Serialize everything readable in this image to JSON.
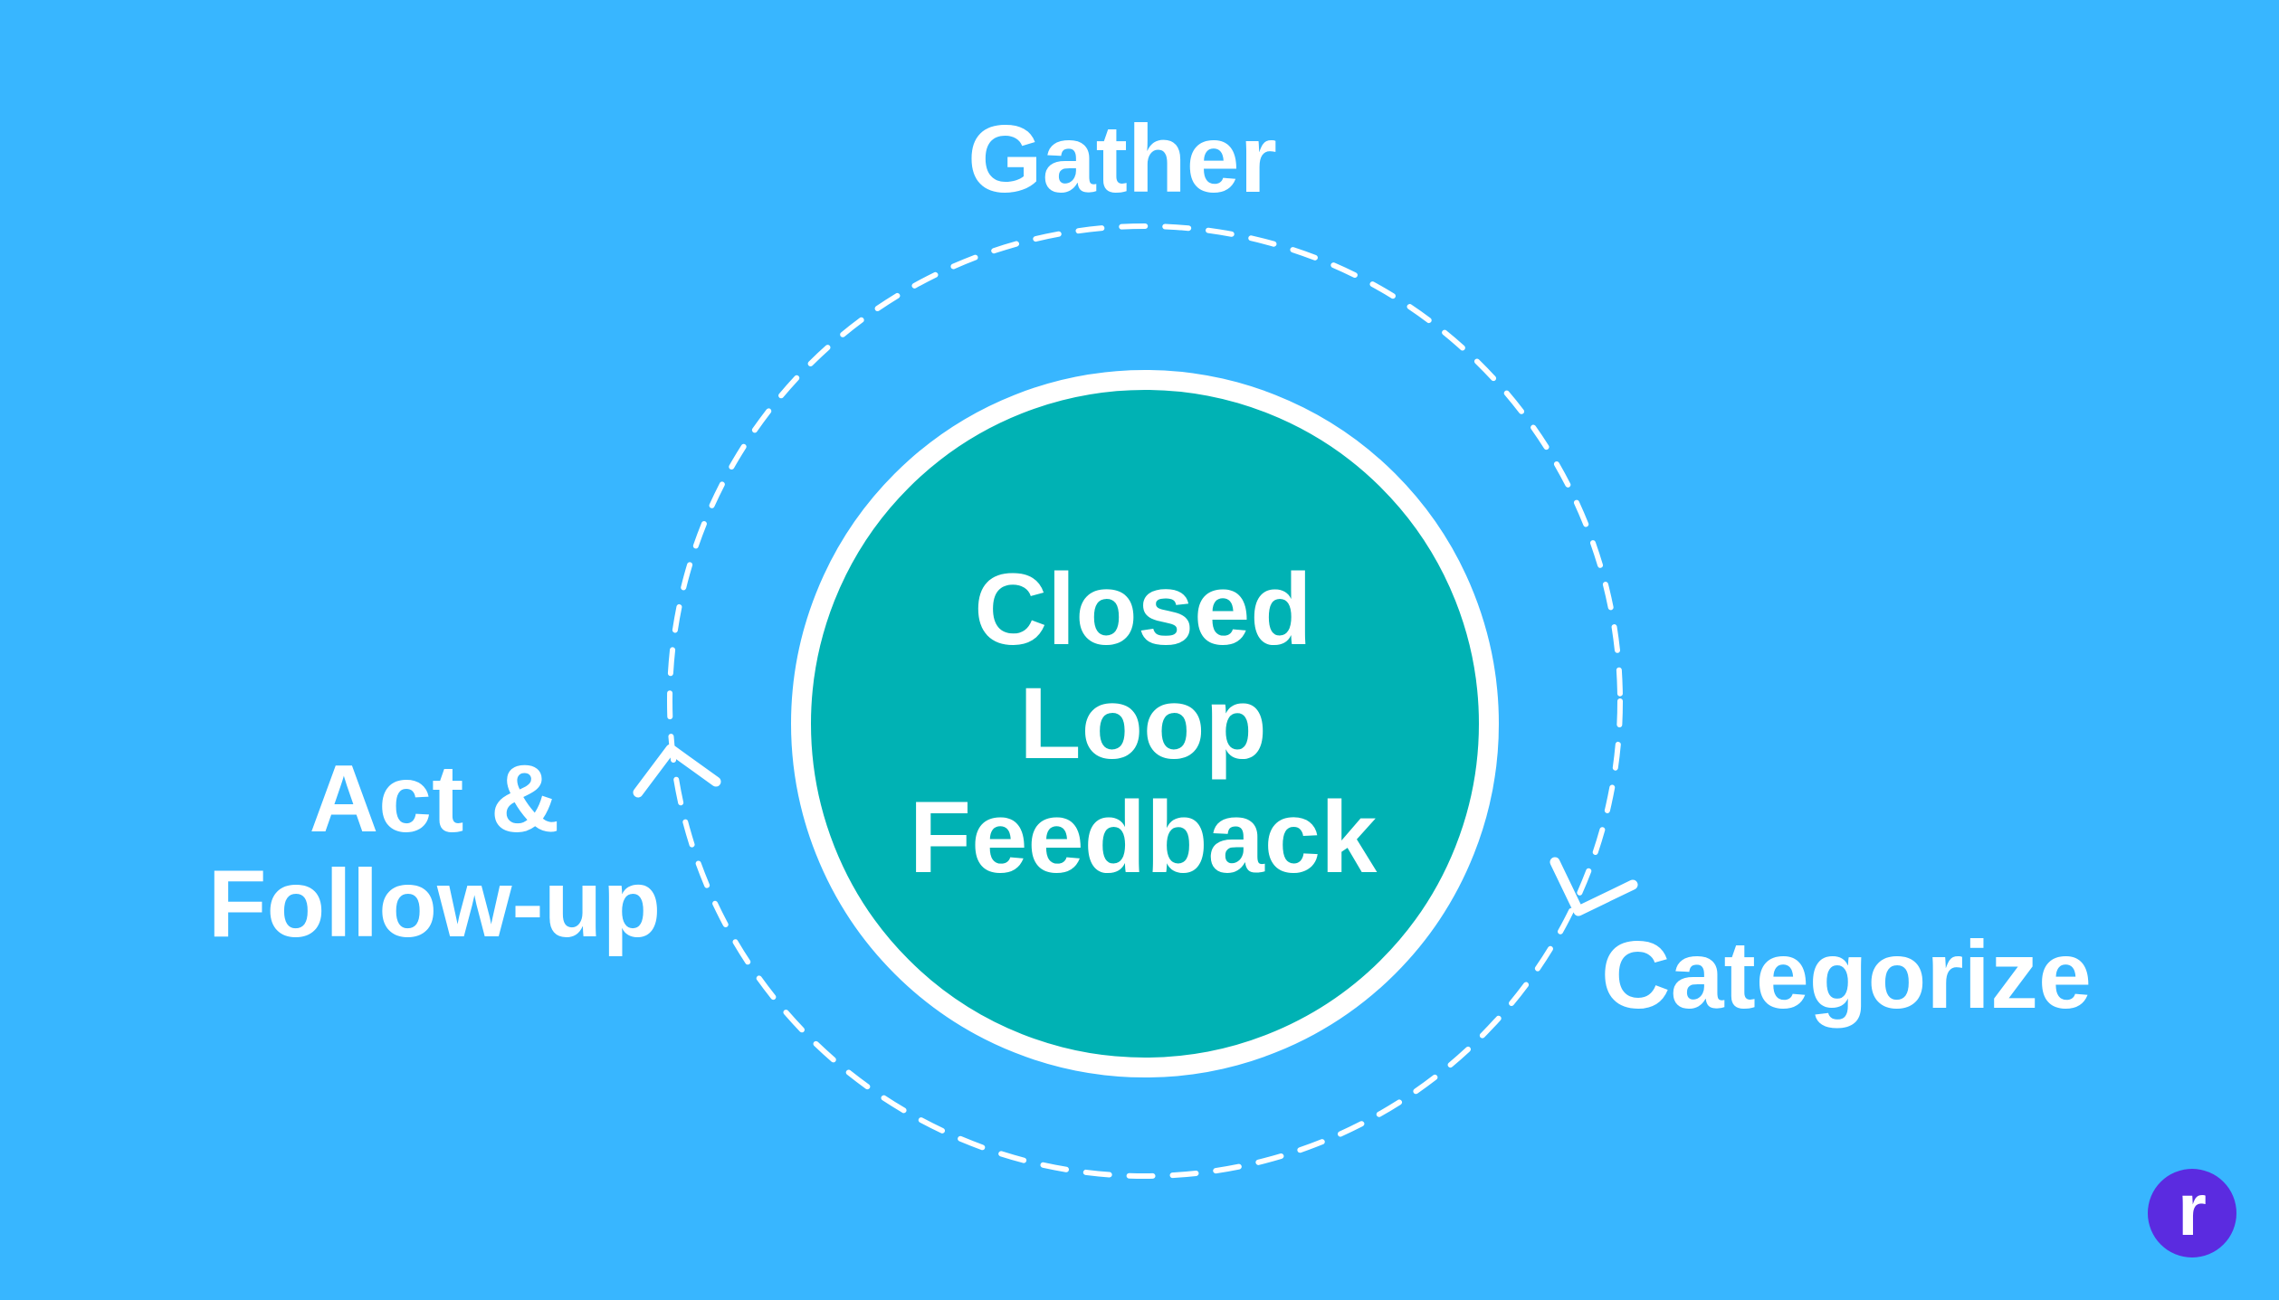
{
  "diagram": {
    "center": {
      "lines": [
        "Closed",
        "Loop",
        "Feedback"
      ]
    },
    "stages": {
      "gather": "Gather",
      "categorize": "Categorize",
      "act_lines": [
        "Act &",
        "Follow-up"
      ]
    }
  },
  "logo": {
    "letter": "r"
  },
  "colors": {
    "background": "#38B6FF",
    "center_fill": "#00B2B4",
    "stroke": "#FFFFFF",
    "logo": "#5B2BE0"
  }
}
